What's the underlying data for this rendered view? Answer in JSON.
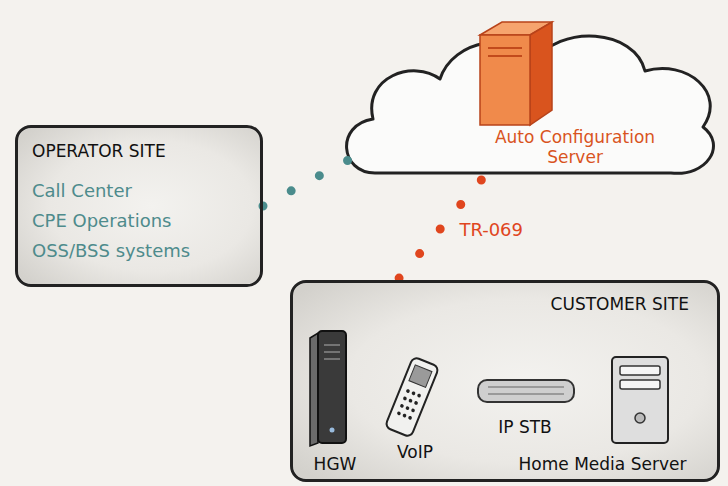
{
  "diagram": {
    "nodes": [
      {
        "text": [
          "Auto Configuration Server"
        ]
      },
      {
        "text": [
          "OPERATOR SITE",
          "Call Center",
          "CPE Operations",
          "OSS/BSS systems"
        ]
      },
      {
        "text": [
          "CUSTOMER SITE"
        ]
      },
      {
        "text": [
          "HGW"
        ],
        "in": 2
      },
      {
        "text": [
          "VoIP"
        ],
        "in": 2
      },
      {
        "text": [
          "IP STB"
        ],
        "in": 2
      },
      {
        "text": [
          "Home Media Server"
        ],
        "in": 2
      }
    ],
    "edges": [
      {
        "from": 1,
        "to": 0,
        "arrow": "none"
      },
      {
        "from": 0,
        "to": 2,
        "label": "TR-069",
        "arrow": "none"
      }
    ]
  }
}
